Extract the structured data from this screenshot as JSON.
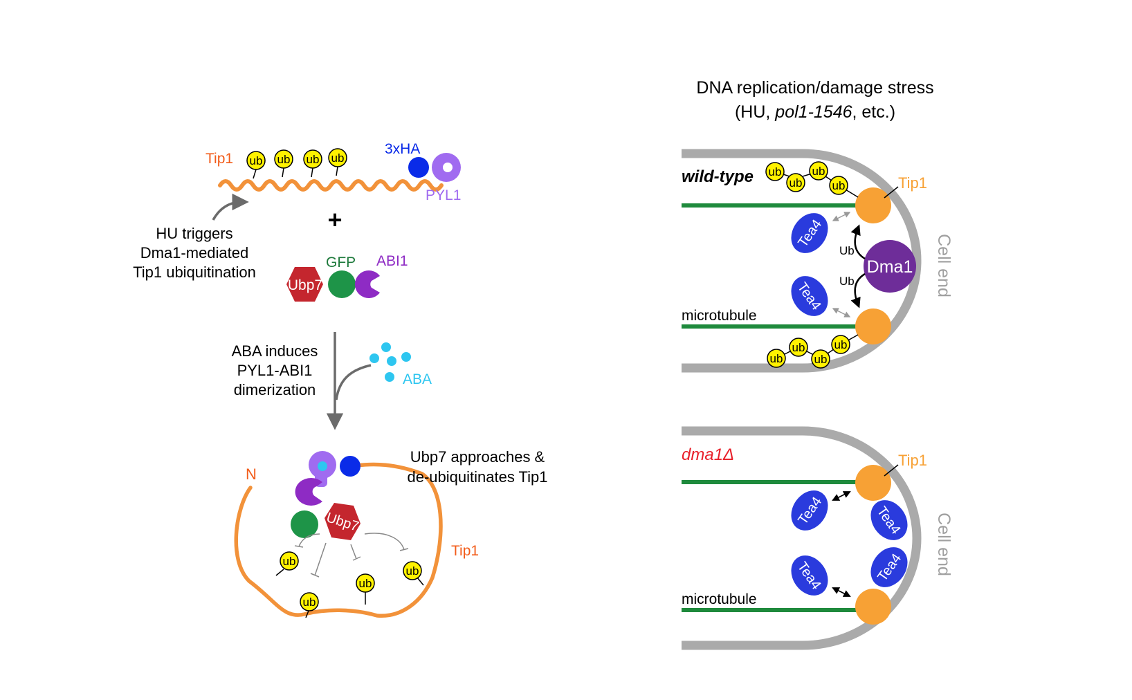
{
  "colors": {
    "tip1": "#F2923A",
    "tip1_label": "#F25C1A",
    "ub_fill": "#FFF200",
    "ha_blue": "#0A2BE8",
    "pyl1_purple": "#A06BF0",
    "abi1_purple": "#8E2BC4",
    "gfp_green": "#1E9448",
    "ubp7_red": "#C4262E",
    "aba_cyan": "#2EC6F0",
    "tea4_blue": "#2A3BDD",
    "dma1_purple": "#6E2D99",
    "microtubule_green": "#1E8A3C",
    "membrane_gray": "#AAAAAA",
    "dma1_delta_red": "#E8202A",
    "arrow_gray": "#6B6B6B"
  },
  "left_panel": {
    "tip1_label": "Tip1",
    "ha_label": "3xHA",
    "pyl1_label": "PYL1",
    "ub_label": "ub",
    "plus_sign": "+",
    "hu_text": [
      "HU triggers",
      "Dma1-mediated",
      "Tip1 ubiquitination"
    ],
    "gfp_label": "GFP",
    "abi1_label": "ABI1",
    "ubp7_label": "Ubp7",
    "aba_text": [
      "ABA induces",
      "PYL1-ABI1",
      "dimerization"
    ],
    "aba_label": "ABA",
    "n_label": "N",
    "approach_text": [
      "Ubp7 approaches &",
      "de-ubiquitinates Tip1"
    ],
    "tip1_bottom_label": "Tip1",
    "ubp7_bottom_label": "Ubp7"
  },
  "right_panel": {
    "title_line1": "DNA replication/damage stress",
    "title_line2_pre": "(HU, ",
    "title_line2_italic": "pol1-1546",
    "title_line2_post": ", etc.)",
    "top": {
      "genotype": "wild-type",
      "tip1_label": "Tip1",
      "tea4_label": "Tea4",
      "dma1_label": "Dma1",
      "ub_arrow_label": "Ub",
      "microtubule_label": "microtubule",
      "cell_end_label": "Cell end"
    },
    "bottom": {
      "genotype": "dma1Δ",
      "tip1_label": "Tip1",
      "tea4_label": "Tea4",
      "microtubule_label": "microtubule",
      "cell_end_label": "Cell end"
    }
  },
  "icons": {
    "ub": "ubiquitin-circle",
    "ha": "ha-tag-circle",
    "pyl1": "pyl1-ring",
    "gfp": "gfp-circle",
    "abi1": "abi1-pacman",
    "ubp7": "ubp7-hexagon",
    "aba": "aba-dots",
    "tea4": "tea4-ellipse",
    "dma1": "dma1-circle",
    "tip1_ball": "tip1-circle"
  }
}
